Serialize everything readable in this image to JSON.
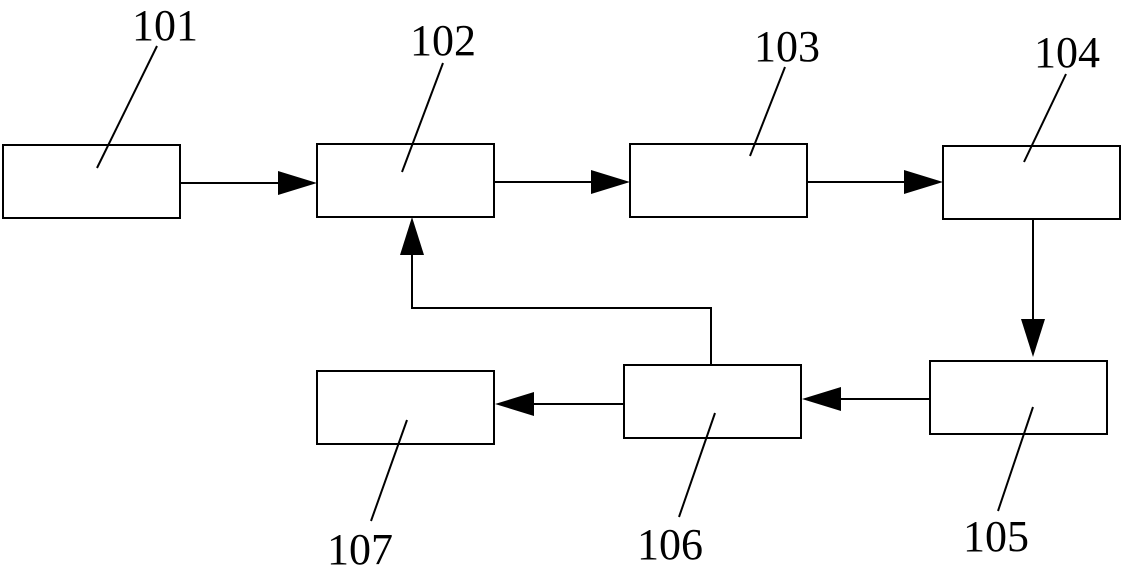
{
  "labels": {
    "n101": "101",
    "n102": "102",
    "n103": "103",
    "n104": "104",
    "n105": "105",
    "n106": "106",
    "n107": "107"
  }
}
